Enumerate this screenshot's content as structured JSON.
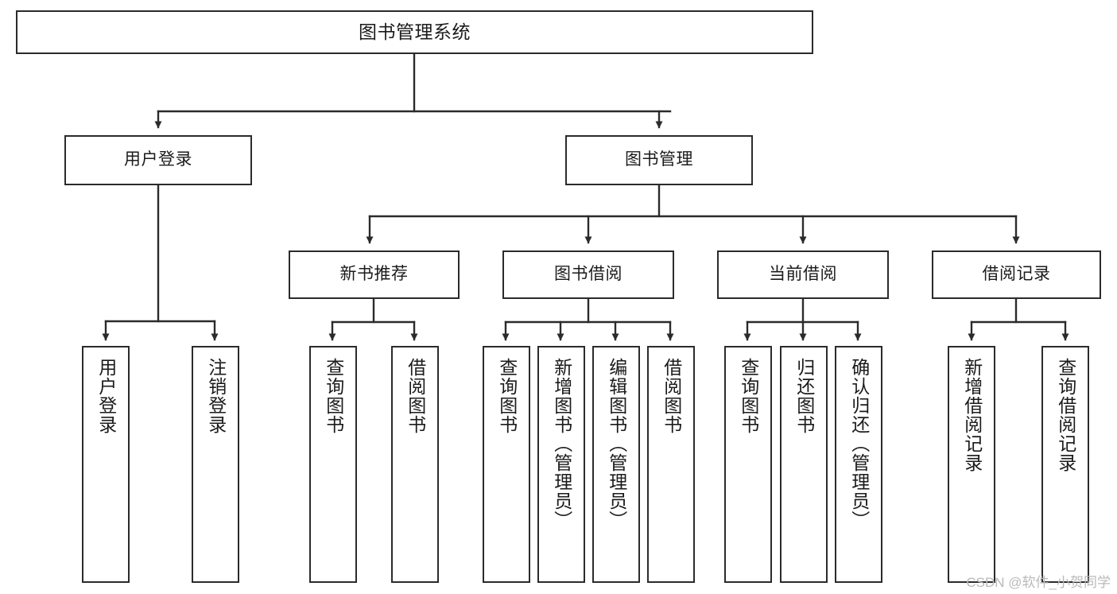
{
  "diagram": {
    "title": "图书管理系统",
    "type": "tree-hierarchy-chart",
    "root": {
      "label": "图书管理系统"
    },
    "level2": [
      {
        "label": "用户登录"
      },
      {
        "label": "图书管理"
      }
    ],
    "level3": [
      {
        "label": "新书推荐"
      },
      {
        "label": "图书借阅"
      },
      {
        "label": "当前借阅"
      },
      {
        "label": "借阅记录"
      }
    ],
    "leaves": {
      "user_login": [
        {
          "label": "用户登录"
        },
        {
          "label": "注销登录"
        }
      ],
      "new_book_recommend": [
        {
          "label": "查询图书"
        },
        {
          "label": "借阅图书"
        }
      ],
      "book_borrow": [
        {
          "label": "查询图书"
        },
        {
          "label": "新增图书（管理员）"
        },
        {
          "label": "编辑图书（管理员）"
        },
        {
          "label": "借阅图书"
        }
      ],
      "current_borrow": [
        {
          "label": "查询图书"
        },
        {
          "label": "归还图书"
        },
        {
          "label": "确认归还（管理员）"
        }
      ],
      "borrow_record": [
        {
          "label": "新增借阅记录"
        },
        {
          "label": "查询借阅记录"
        }
      ]
    }
  },
  "watermark": {
    "text": "CSDN @软件_小贺同学"
  },
  "colors": {
    "border": "#2b2b2b",
    "background": "#ffffff",
    "text": "#1b1b1b",
    "watermark": "#b9b9b9"
  }
}
